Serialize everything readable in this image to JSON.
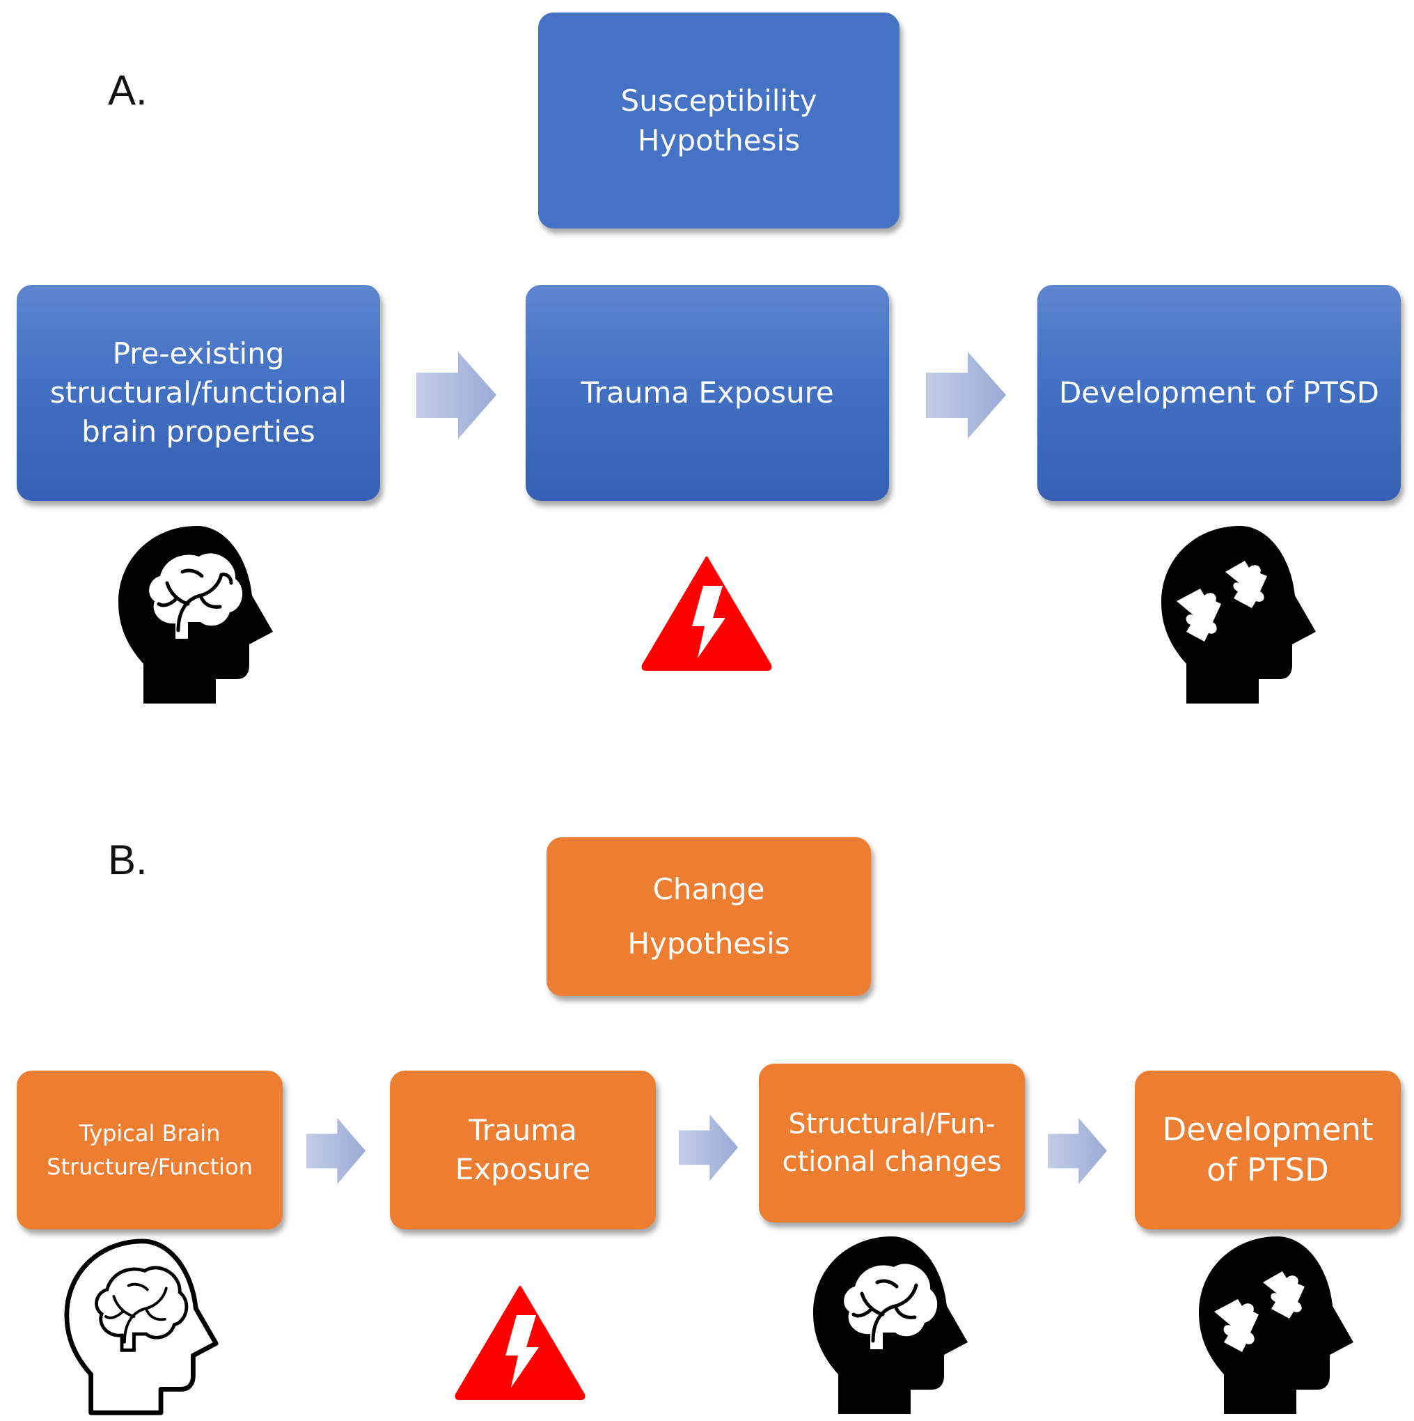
{
  "panels": {
    "a": {
      "label": "A.",
      "title": "Susceptibility\nHypothesis",
      "steps": [
        "Pre-existing\nstructural/functional\nbrain properties",
        "Trauma Exposure",
        "Development of PTSD"
      ],
      "icons": [
        "brain-head-icon",
        "warning-lightning-icon",
        "puzzle-head-icon"
      ]
    },
    "b": {
      "label": "B.",
      "title": "Change\nHypothesis",
      "steps": [
        "Typical Brain\nStructure/Function",
        "Trauma\nExposure",
        "Structural/Fun-\nctional changes",
        "Development\nof PTSD"
      ],
      "icons": [
        "brain-head-outline-icon",
        "warning-lightning-icon",
        "brain-head-icon",
        "puzzle-head-icon"
      ]
    }
  },
  "colors": {
    "blue_box": "#4472c4",
    "orange_box": "#ed7d31",
    "arrow": "#aab9dc",
    "warning": "#ff0000",
    "icon": "#000000"
  }
}
